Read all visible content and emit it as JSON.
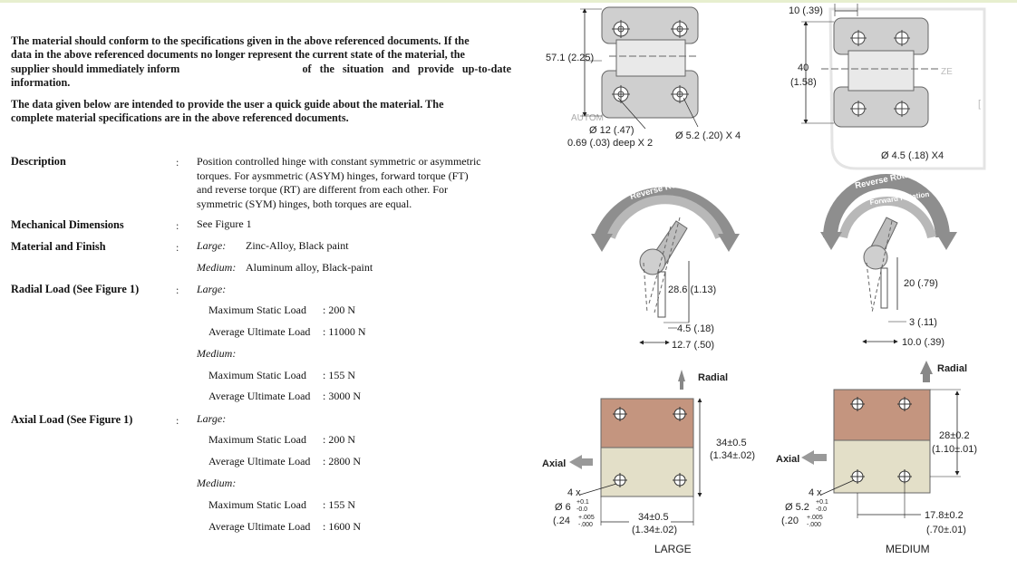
{
  "intro": {
    "p1_line1": "The material should conform to the specifications given in the above referenced documents. If the",
    "p1_line2": "data in the above referenced documents no longer represent the current state of the material, the",
    "p1_line3a": "supplier should immediately inform",
    "p1_line3b": "of the situation and provide up-to-date",
    "p1_line4": "information.",
    "p2_line1": "The data given below are intended to provide the user a quick guide about the material. The",
    "p2_line2": "complete material specifications are in the above referenced documents."
  },
  "spec": {
    "colon": ":",
    "description_label": "Description",
    "description_lines": [
      "Position controlled hinge with constant symmetric or asymmetric",
      "torques. For aysmmetric (ASYM) hinges, forward torque (FT)",
      "and reverse torque (RT) are different from each other. For",
      "symmetric (SYM) hinges, both torques are equal."
    ],
    "mech_label": "Mechanical Dimensions",
    "mech_value": "See Figure 1",
    "material_label": "Material and Finish",
    "large": "Large:",
    "large_value": "Zinc-Alloy, Black paint",
    "medium": "Medium:",
    "medium_value": "Aluminum alloy, Black-paint",
    "radial_label": "Radial Load (See Figure 1)",
    "axial_label": "Axial Load (See Figure 1)",
    "max_static": "Maximum Static Load",
    "avg_ultimate": "Average Ultimate Load",
    "radial_large_static": ": 200 N",
    "radial_large_ultimate": ": 11000 N",
    "radial_medium_static": ": 155 N",
    "radial_medium_ultimate": ": 3000 N",
    "axial_large_static": ": 200 N",
    "axial_large_ultimate": ": 2800 N",
    "axial_medium_static": ": 155 N",
    "axial_medium_ultimate": ": 1600 N"
  },
  "figure": {
    "l_height": "57.1 (2.25)",
    "l_hole_big": "Ø 12 (.47)",
    "l_hole_depth": "0.69 (.03) deep X 2",
    "l_hole_small": "Ø 5.2 (.20) X 4",
    "m_top": "10 (.39)",
    "m_height_a": "40",
    "m_height_b": "(1.58)",
    "m_hole": "Ø 4.5 (.18) X4",
    "reverse_rotation": "Reverse Rotation",
    "forward_rotation": "Forward Rotation",
    "l_dim1": "28.6 (1.13)",
    "l_dim2": "4.5 (.18)",
    "l_dim3": "12.7 (.50)",
    "m_dim1": "20 (.79)",
    "m_dim2": "3 (.11)",
    "m_dim3": "10.0 (.39)",
    "radial": "Radial",
    "axial": "Axial",
    "l_plate_h": "34±0.5",
    "l_plate_h_in": "(1.34±.02)",
    "l_plate_w": "34±0.5",
    "l_plate_w_in": "(1.34±.02)",
    "l_holes_count": "4 x",
    "l_holes_d": "Ø 6",
    "l_holes_tol_hi": "+0.1",
    "l_holes_tol_lo": "-0.0",
    "l_holes_in": "(.24",
    "l_holes_in_hi": "+.005",
    "l_holes_in_lo": "-.000",
    "m_plate_h": "28±0.2",
    "m_plate_h_in": "(1.10±.01)",
    "m_plate_w": "17.8±0.2",
    "m_plate_w_in": "(.70±.01)",
    "m_holes_count": "4 x",
    "m_holes_d": "Ø 5.2",
    "m_holes_tol_hi": "+0.1",
    "m_holes_tol_lo": "-0.0",
    "m_holes_in": "(.20",
    "m_holes_in_hi": "+.005",
    "m_holes_in_lo": "-.000",
    "large_caption": "LARGE",
    "medium_caption": "MEDIUM",
    "stray_ze": "ZE",
    "stray_auto": "AUTOM"
  },
  "colors": {
    "plate_top": "#c4957f",
    "plate_bottom": "#e3dfc8",
    "hinge_body": "#cbcbcb",
    "arrow": "#9a9a9a",
    "topline": "#e7efcf"
  }
}
